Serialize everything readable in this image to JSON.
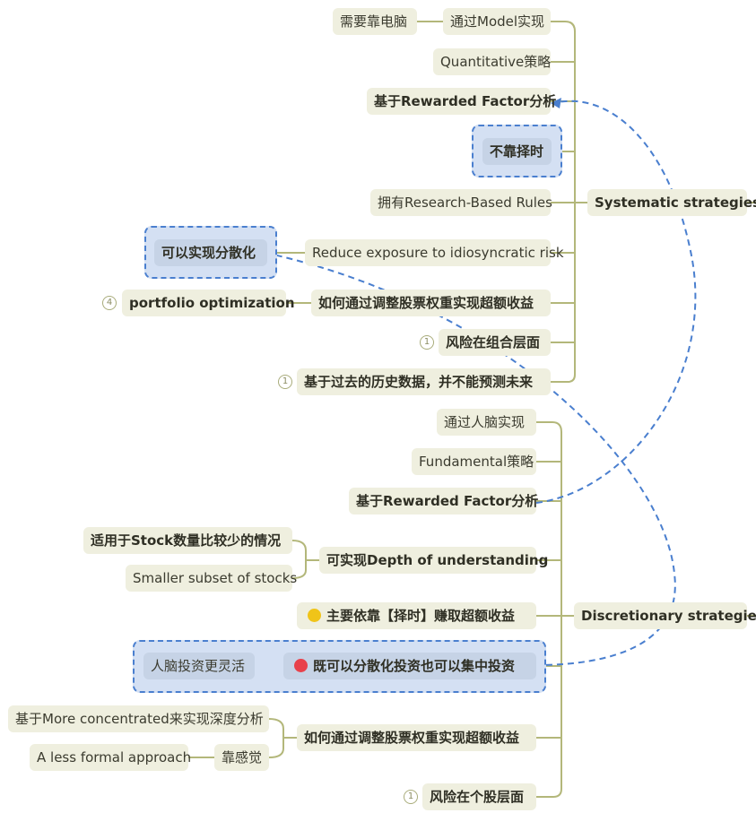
{
  "mindmap": {
    "systematic": {
      "label": "Systematic strategies",
      "model": "通过Model实现",
      "needs_computer": "需要靠电脑",
      "quant": "Quantitative策略",
      "rewarded": "基于Rewarded Factor分析",
      "no_timing": "不靠择时",
      "research_rules": "拥有Research-Based Rules",
      "reduce_risk": "Reduce exposure to idiosyncratic risk",
      "diversify": "可以实现分散化",
      "weight_question": "如何通过调整股票权重实现超额收益",
      "portfolio_opt": "portfolio optimization",
      "portfolio_opt_count": "4",
      "risk_level": "风险在组合层面",
      "risk_level_count": "1",
      "history": "基于过去的历史数据，并不能预测未来",
      "history_count": "1"
    },
    "discretionary": {
      "label": "Discretionary strategies",
      "human": "通过人脑实现",
      "fundamental": "Fundamental策略",
      "rewarded": "基于Rewarded Factor分析",
      "depth": "可实现Depth of understanding",
      "few_stocks": "适用于Stock数量比较少的情况",
      "smaller_subset": "Smaller subset of stocks",
      "timing": "主要依靠【择时】赚取超额收益",
      "timing_marker_color": "#f0c419",
      "both": "既可以分散化投资也可以集中投资",
      "both_marker_color": "#e8414b",
      "flexible": "人脑投资更灵活",
      "weight_question": "如何通过调整股票权重实现超额收益",
      "concentrated": "基于More concentrated来实现深度分析",
      "feeling": "靠感觉",
      "less_formal": "A less formal approach",
      "risk_level": "风险在个股层面",
      "risk_level_count": "1"
    }
  }
}
